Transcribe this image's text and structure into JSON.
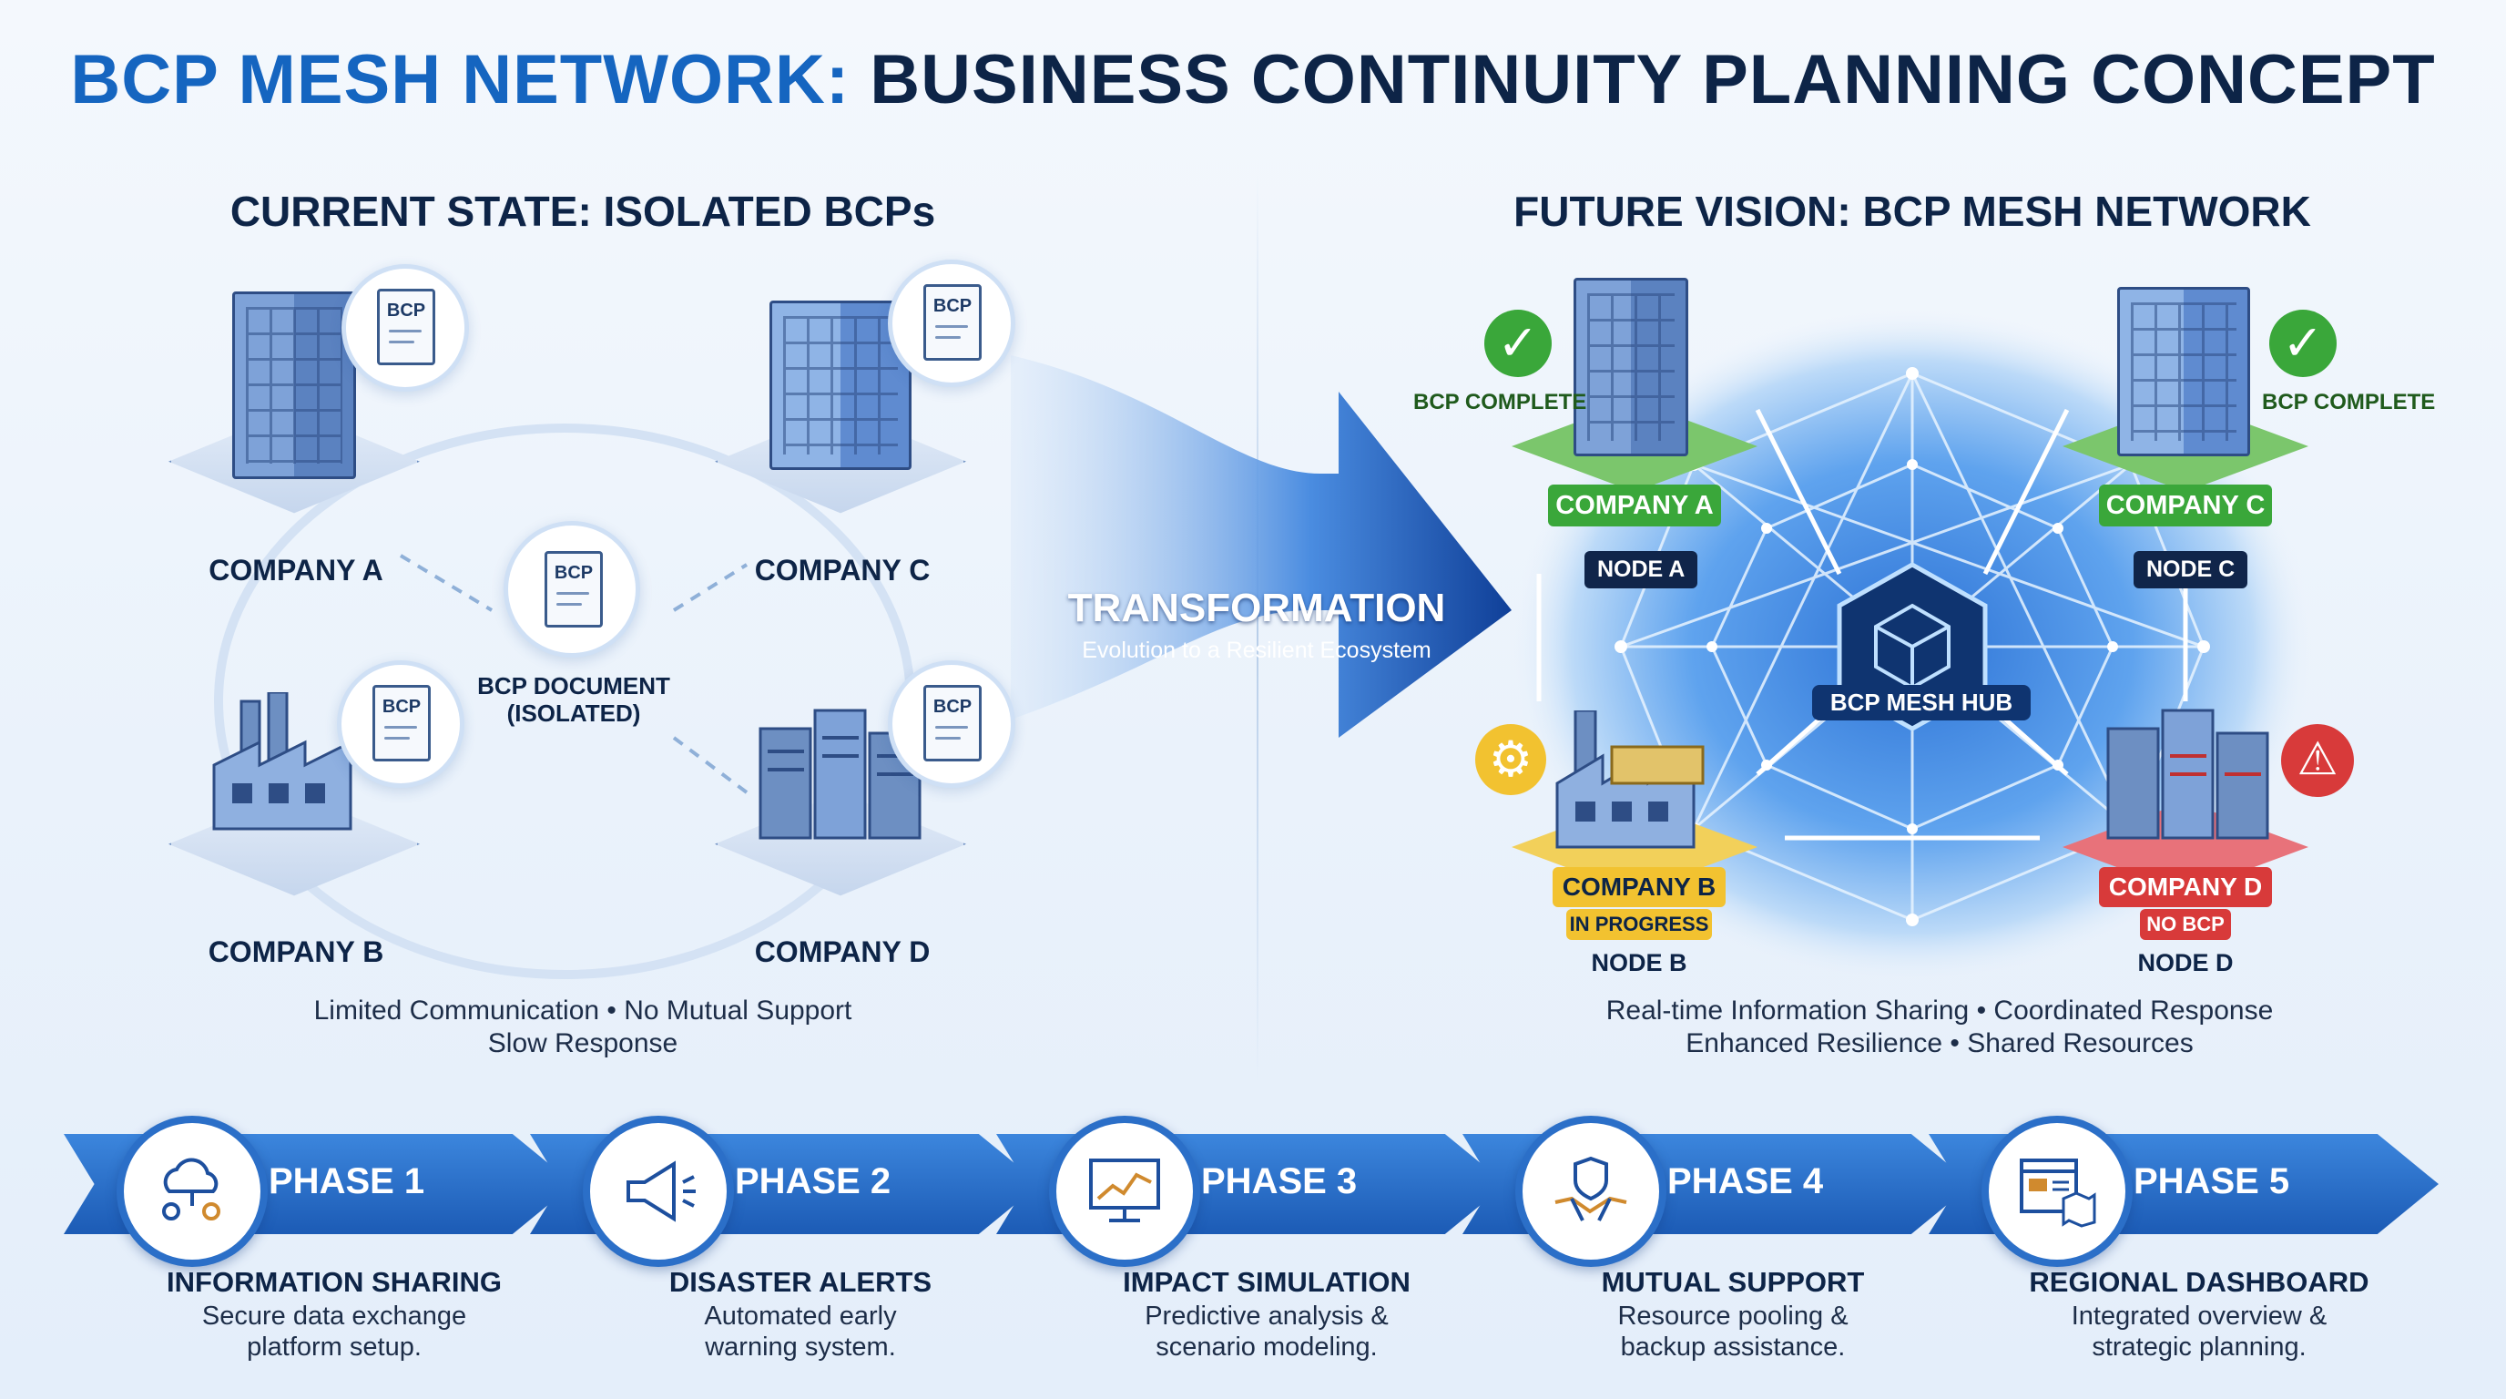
{
  "title": {
    "highlight": "BCP MESH NETWORK:",
    "rest": "BUSINESS CONTINUITY PLANNING CONCEPT"
  },
  "left": {
    "heading": "CURRENT STATE: ISOLATED BCPs",
    "companies": {
      "a": "COMPANY A",
      "b": "COMPANY B",
      "c": "COMPANY C",
      "d": "COMPANY D"
    },
    "doc_label": "BCP",
    "center_doc_label": "BCP DOCUMENT\n(ISOLATED)",
    "caption_line1": "Limited Communication • No Mutual Support",
    "caption_line2": "Slow Response"
  },
  "transformation": {
    "label": "TRANSFORMATION",
    "sub": "Evolution to a Resilient Ecosystem"
  },
  "right": {
    "heading": "FUTURE VISION: BCP MESH NETWORK",
    "hub_label": "BCP MESH HUB",
    "nodes": {
      "a": {
        "company": "COMPANY A",
        "node": "NODE A",
        "status": "BCP COMPLETE"
      },
      "c": {
        "company": "COMPANY C",
        "node": "NODE C",
        "status": "BCP COMPLETE"
      },
      "b": {
        "company": "COMPANY B",
        "node": "NODE B",
        "status": "IN PROGRESS"
      },
      "d": {
        "company": "COMPANY D",
        "node": "NODE D",
        "status": "NO BCP"
      }
    },
    "caption_line1": "Real-time Information Sharing • Coordinated Response",
    "caption_line2": "Enhanced Resilience • Shared Resources"
  },
  "colors": {
    "accent": "#1565c0",
    "navy": "#0d2447",
    "green": "#3aa73a",
    "yellow": "#f2c230",
    "red": "#d83a3a"
  },
  "phases": [
    {
      "label": "PHASE 1",
      "title": "INFORMATION SHARING",
      "desc1": "Secure data exchange",
      "desc2": "platform setup.",
      "icon": "cloud-share-icon"
    },
    {
      "label": "PHASE 2",
      "title": "DISASTER ALERTS",
      "desc1": "Automated early",
      "desc2": "warning system.",
      "icon": "megaphone-icon"
    },
    {
      "label": "PHASE 3",
      "title": "IMPACT SIMULATION",
      "desc1": "Predictive analysis &",
      "desc2": "scenario modeling.",
      "icon": "monitor-chart-icon"
    },
    {
      "label": "PHASE 4",
      "title": "MUTUAL SUPPORT",
      "desc1": "Resource pooling &",
      "desc2": "backup assistance.",
      "icon": "handshake-shield-icon"
    },
    {
      "label": "PHASE 5",
      "title": "REGIONAL DASHBOARD",
      "desc1": "Integrated overview &",
      "desc2": "strategic planning.",
      "icon": "dashboard-map-icon"
    }
  ]
}
